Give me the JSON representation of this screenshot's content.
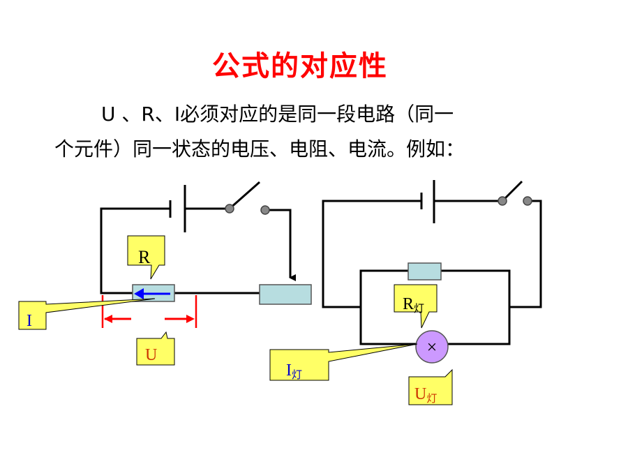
{
  "title": "公式的对应性",
  "body": {
    "line1": "U 、R、I必须对应的是同一段电路（同一",
    "line2": "个元件）同一状态的电压、电阻、电流。例如："
  },
  "left_circuit": {
    "callout_r": "R",
    "callout_i": "I",
    "callout_u": "U"
  },
  "right_circuit": {
    "callout_r_main": "R",
    "callout_r_sub": "灯",
    "callout_i_main": "I",
    "callout_i_sub": "灯",
    "callout_u_main": "U",
    "callout_u_sub": "灯",
    "lamp_symbol": "×"
  },
  "colors": {
    "title": "#ff0000",
    "callout_fill": "#ffff66",
    "resistor_fill": "#b7dde0",
    "lamp_fill": "#cc99ff",
    "arrow": "#0000ff",
    "dimension": "#ff0000",
    "u_text": "#cc3300",
    "i_text": "#0000cc"
  }
}
